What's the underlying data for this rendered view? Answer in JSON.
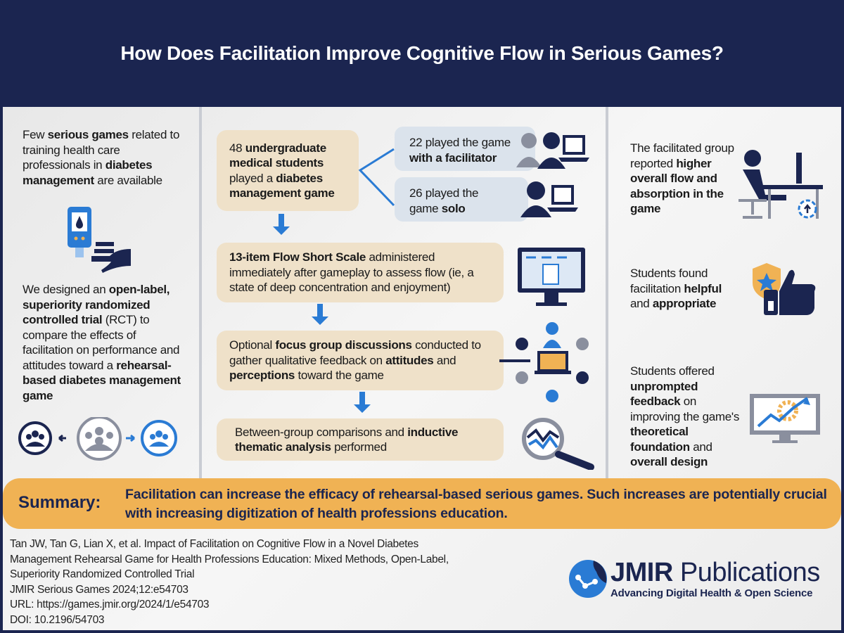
{
  "title": "How Does Facilitation Improve Cognitive Flow in Serious Games?",
  "left": {
    "intro": [
      {
        "t": "Few ",
        "b": false
      },
      {
        "t": "serious games",
        "b": true
      },
      {
        "t": " related to training health care professionals in ",
        "b": false
      },
      {
        "t": "diabetes management",
        "b": true
      },
      {
        "t": " are available",
        "b": false
      }
    ],
    "design": [
      {
        "t": "We designed an ",
        "b": false
      },
      {
        "t": "open-label, superiority randomized controlled trial",
        "b": true
      },
      {
        "t": " (RCT) to compare the effects of facilitation on performance and attitudes toward a ",
        "b": false
      },
      {
        "t": "rehearsal-based diabetes management game",
        "b": true
      }
    ]
  },
  "middle": {
    "participants": [
      {
        "t": "48 ",
        "b": false
      },
      {
        "t": "undergraduate medical students",
        "b": true
      },
      {
        "t": " played a ",
        "b": false
      },
      {
        "t": "diabetes management game",
        "b": true
      }
    ],
    "facilitator_group": [
      {
        "t": "22 played the game ",
        "b": false
      },
      {
        "t": "with a facilitator",
        "b": true
      }
    ],
    "solo_group": [
      {
        "t": "26 played the game ",
        "b": false
      },
      {
        "t": "solo",
        "b": true
      }
    ],
    "flow_scale": [
      {
        "t": "13-item Flow Short Scale",
        "b": true
      },
      {
        "t": " administered immediately after gameplay to assess flow (ie, a state of deep concentration and enjoyment)",
        "b": false
      }
    ],
    "focus_group": [
      {
        "t": "Optional ",
        "b": false
      },
      {
        "t": "focus group discussions",
        "b": true
      },
      {
        "t": " conducted to gather qualitative feedback on ",
        "b": false
      },
      {
        "t": "attitudes",
        "b": true
      },
      {
        "t": " and ",
        "b": false
      },
      {
        "t": "perceptions",
        "b": true
      },
      {
        "t": " toward the game",
        "b": false
      }
    ],
    "analysis": [
      {
        "t": "Between-group comparisons and ",
        "b": false
      },
      {
        "t": "inductive thematic analysis",
        "b": true
      },
      {
        "t": " performed",
        "b": false
      }
    ]
  },
  "right": {
    "finding1": [
      {
        "t": "The facilitated group reported ",
        "b": false
      },
      {
        "t": "higher overall flow and absorption in the game",
        "b": true
      }
    ],
    "finding2": [
      {
        "t": "Students found facilitation ",
        "b": false
      },
      {
        "t": "helpful",
        "b": true
      },
      {
        "t": " and ",
        "b": false
      },
      {
        "t": "appropriate",
        "b": true
      }
    ],
    "finding3": [
      {
        "t": "Students offered ",
        "b": false
      },
      {
        "t": "unprompted feedback",
        "b": true
      },
      {
        "t": " on improving the game's ",
        "b": false
      },
      {
        "t": "theoretical foundation",
        "b": true
      },
      {
        "t": " and ",
        "b": false
      },
      {
        "t": "overall design",
        "b": true
      }
    ]
  },
  "summary": {
    "label": "Summary:",
    "text": "Facilitation can increase the efficacy of rehearsal-based serious games. Such increases are potentially crucial with increasing digitization of health professions education."
  },
  "citation": [
    "Tan JW, Tan G, Lian X, et al. Impact of Facilitation on Cognitive Flow in a Novel Diabetes",
    "Management Rehearsal Game for Health Professions Education: Mixed Methods, Open-Label,",
    "Superiority Randomized Controlled Trial",
    "JMIR Serious Games 2024;12:e54703",
    "URL: https://games.jmir.org/2024/1/e54703",
    "DOI: 10.2196/54703"
  ],
  "logo": {
    "name_bold": "JMIR",
    "name_rest": " Publications",
    "tagline": "Advancing Digital Health & Open Science"
  },
  "colors": {
    "navy": "#1b2550",
    "accent_blue": "#2a7bd4",
    "peach": "#efe1c9",
    "summary": "#f0b254"
  }
}
